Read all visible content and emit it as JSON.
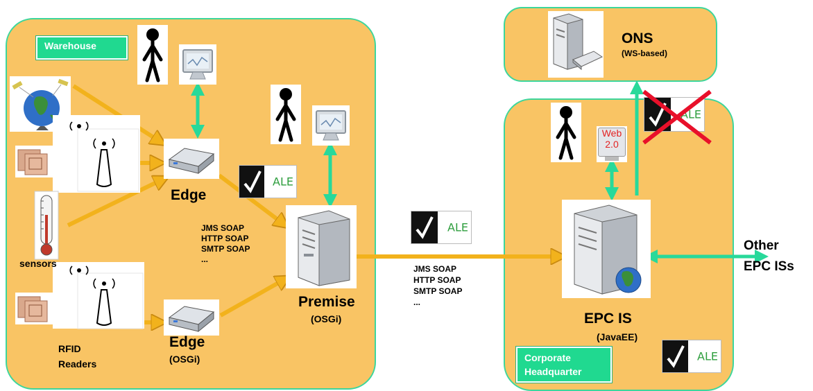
{
  "warehouse": {
    "tag": "Warehouse",
    "sensors_label": "sensors",
    "rfid_label_line1": "RFID",
    "rfid_label_line2": "Readers",
    "edge_top_label": "Edge",
    "edge_bottom_label": "Edge",
    "edge_bottom_sub": "(OSGi)",
    "premise_label": "Premise",
    "premise_sub": "(OSGi)",
    "protocols": [
      "JMS SOAP",
      "HTTP SOAP",
      "SMTP SOAP",
      "..."
    ]
  },
  "link": {
    "protocols": [
      "JMS SOAP",
      "HTTP SOAP",
      "SMTP SOAP",
      "..."
    ]
  },
  "ons": {
    "label": "ONS",
    "sub": "(WS-based)"
  },
  "headquarter": {
    "tag_line1": "Corporate",
    "tag_line2": "Headquarter",
    "epcis_label": "EPC IS",
    "epcis_sub": "(JavaEE)",
    "web20_line1": "Web",
    "web20_line2": "2.0"
  },
  "external": {
    "line1": "Other",
    "line2": "EPC ISs"
  },
  "ale_badge": "ALE",
  "colors": {
    "region_fill": "#f9c464",
    "region_border": "#3cd69c",
    "tag_fill": "#20d990",
    "arrow_orange": "#f2b21c",
    "arrow_green": "#28d99a",
    "cross_red": "#e8102a"
  }
}
